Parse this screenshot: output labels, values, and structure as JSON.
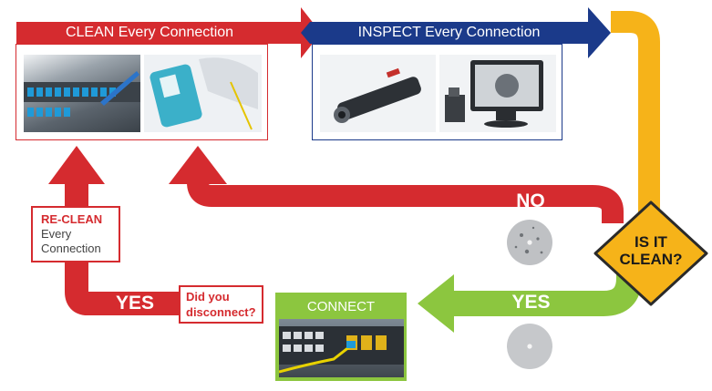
{
  "clean": {
    "title": "CLEAN Every Connection"
  },
  "inspect": {
    "title": "INSPECT Every Connection"
  },
  "decision": {
    "line1": "IS IT",
    "line2": "CLEAN?"
  },
  "no_label": "NO",
  "yes_label": "YES",
  "reclean": {
    "line1": "RE-CLEAN",
    "line2": "Every",
    "line3": "Connection"
  },
  "reclean_yes": "YES",
  "disconnect": {
    "line1": "Did you",
    "line2": "disconnect?"
  },
  "connect": {
    "title": "CONNECT"
  },
  "colors": {
    "red": "#d52b2f",
    "navy": "#1b3a8a",
    "yellow": "#f6b319",
    "green": "#8cc63f"
  }
}
